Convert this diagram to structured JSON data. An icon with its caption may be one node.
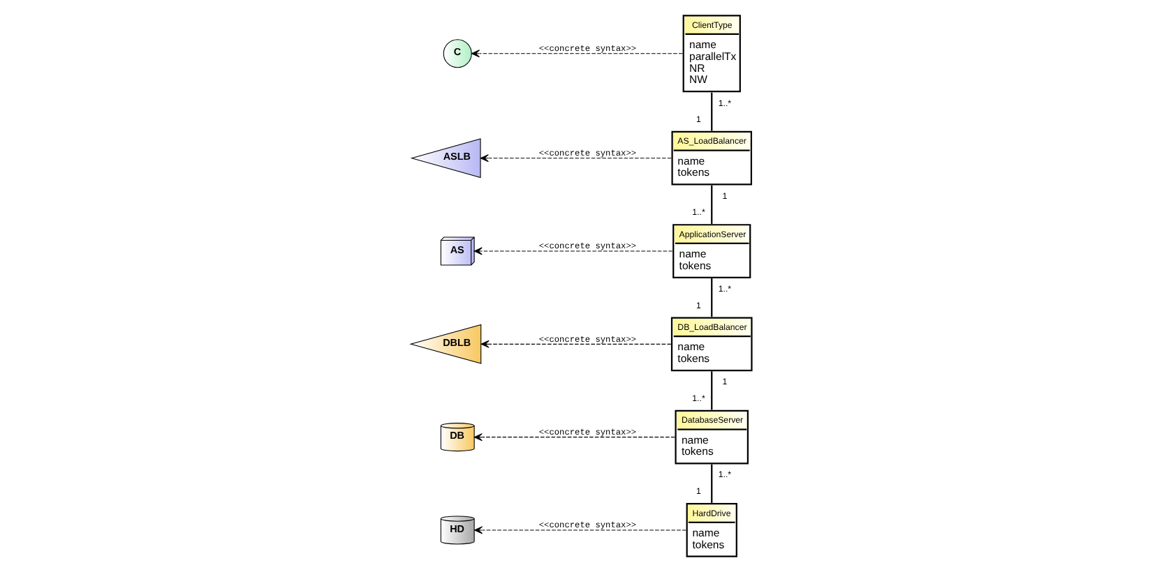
{
  "diagram": {
    "nodes": [
      {
        "text": [
          "ClientType",
          "name",
          "parallelTx",
          "NR",
          "NW"
        ]
      },
      {
        "text": [
          "AS_LoadBalancer",
          "name",
          "tokens"
        ]
      },
      {
        "text": [
          "ApplicationServer",
          "name",
          "tokens"
        ]
      },
      {
        "text": [
          "DB_LoadBalancer",
          "name",
          "tokens"
        ]
      },
      {
        "text": [
          "HardDrive",
          "name",
          "tokens"
        ]
      },
      {
        "text": [
          "DatabaseServer",
          "name",
          "tokens"
        ]
      },
      {
        "text": [
          "C"
        ]
      },
      {
        "text": [
          "ASLB"
        ]
      },
      {
        "text": [
          "AS"
        ]
      },
      {
        "text": [
          "DBLB"
        ]
      },
      {
        "text": [
          "HD"
        ]
      },
      {
        "text": [
          "DB"
        ]
      }
    ],
    "edges": [
      {
        "from": 0,
        "to": 1,
        "arrow": "none"
      },
      {
        "from": 1,
        "to": 2,
        "arrow": "none"
      },
      {
        "from": 2,
        "to": 3,
        "arrow": "none"
      },
      {
        "from": 3,
        "to": 5,
        "arrow": "none"
      },
      {
        "from": 4,
        "to": 5,
        "arrow": "none"
      },
      {
        "from": 0,
        "to": 6,
        "arrow": "to",
        "label": "<<concrete syntax>>",
        "style": "dashed"
      },
      {
        "from": 1,
        "to": 7,
        "arrow": "to",
        "label": "<<concrete syntax>>",
        "style": "dashed"
      },
      {
        "from": 2,
        "to": 8,
        "arrow": "to",
        "label": "<<concrete syntax>>",
        "style": "dashed"
      },
      {
        "from": 3,
        "to": 9,
        "arrow": "to",
        "label": "<<concrete syntax>>",
        "style": "dashed"
      },
      {
        "from": 4,
        "to": 10,
        "arrow": "to",
        "label": "<<concrete syntax>>",
        "style": "dashed"
      },
      {
        "from": 5,
        "to": 11,
        "arrow": "to",
        "label": "<<concrete syntax>>",
        "style": "dashed"
      }
    ],
    "labels": [
      "1..*",
      "1",
      "1",
      "1..*",
      "1..*",
      "1",
      "1",
      "1..*",
      "1",
      "1..*"
    ]
  }
}
